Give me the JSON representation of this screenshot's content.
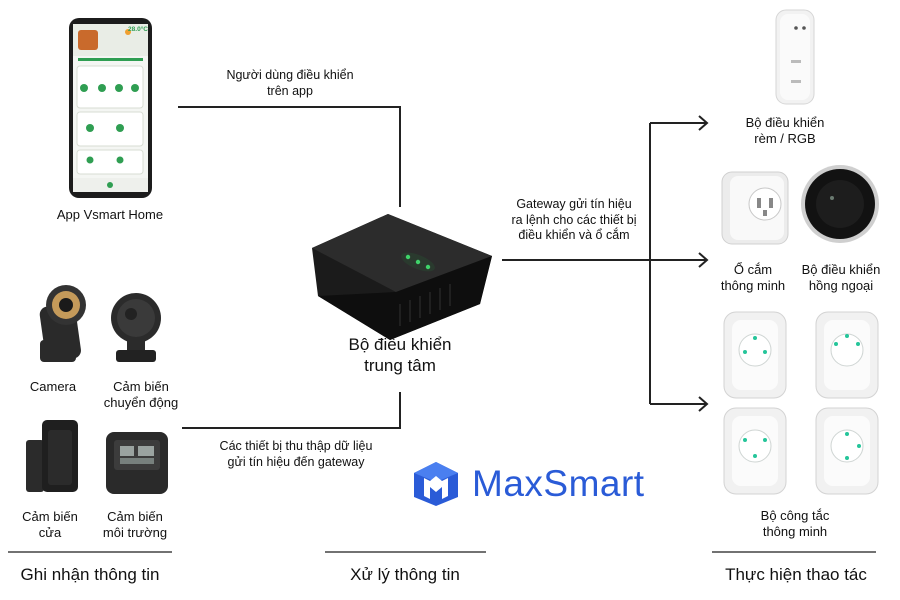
{
  "app_label": "App Vsmart Home",
  "phone_screen": {
    "temperature": "28.0°C"
  },
  "arrow_app_text": [
    "Người dùng điều khiển",
    "trên app"
  ],
  "hub_label": [
    "Bộ điều khiển",
    "trung tâm"
  ],
  "gateway_text": [
    "Gateway gửi tín hiệu",
    "ra lệnh cho các thiết bị",
    "điều khiển và ổ cắm"
  ],
  "collect_text": [
    "Các thiết bị thu thập dữ liệu",
    "gửi tín hiệu đến gateway"
  ],
  "sensors": {
    "camera": "Camera",
    "motion": [
      "Cảm biến",
      "chuyển động"
    ],
    "door": [
      "Cảm biến",
      "cửa"
    ],
    "environment": [
      "Cảm biến",
      "môi trường"
    ]
  },
  "actuators": {
    "curtain": [
      "Bộ điều khiển",
      "rèm / RGB"
    ],
    "plug": [
      "Ổ cắm",
      "thông minh"
    ],
    "ir": [
      "Bộ điều khiển",
      "hồng ngoại"
    ],
    "switch": [
      "Bộ công tắc",
      "thông minh"
    ]
  },
  "sections": {
    "capture": "Ghi nhận thông tin",
    "process": "Xử lý thông tin",
    "execute": "Thực hiện thao tác"
  },
  "brand": {
    "name": "MaxSmart",
    "color": "#2a5bd7"
  }
}
